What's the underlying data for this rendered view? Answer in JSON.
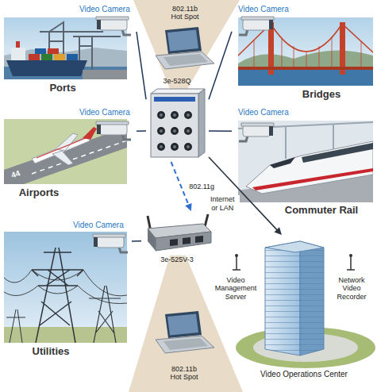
{
  "diagram": {
    "nodes": [
      {
        "text": [
          "Video Camera",
          "Ports"
        ]
      },
      {
        "text": [
          "802.11b Hot Spot"
        ]
      },
      {
        "text": [
          "Video Camera",
          "Bridges"
        ]
      },
      {
        "text": [
          "3e-528Q"
        ]
      },
      {
        "text": [
          "Video Camera",
          "Airports"
        ]
      },
      {
        "text": [
          "Video Camera",
          "Commuter Rail"
        ]
      },
      {
        "text": [
          "3e-525V-3"
        ]
      },
      {
        "text": [
          "Video Camera",
          "Utilities"
        ]
      },
      {
        "text": [
          "Video Management Server",
          "Network Video Recorder",
          "Video Operations Center"
        ]
      },
      {
        "text": [
          "802.11b Hot Spot"
        ]
      }
    ],
    "edges": [
      {
        "from": 0,
        "to": 3,
        "arrow": "none"
      },
      {
        "from": 2,
        "to": 3,
        "arrow": "none"
      },
      {
        "from": 4,
        "to": 3,
        "arrow": "none"
      },
      {
        "from": 5,
        "to": 3,
        "arrow": "none"
      },
      {
        "from": 7,
        "to": 6,
        "arrow": "none"
      },
      {
        "from": 3,
        "to": 6,
        "label": "802.11g",
        "arrow": "to"
      },
      {
        "from": 3,
        "to": 8,
        "label": "Internet or LAN",
        "arrow": "to"
      }
    ],
    "labels": [
      "44"
    ]
  }
}
